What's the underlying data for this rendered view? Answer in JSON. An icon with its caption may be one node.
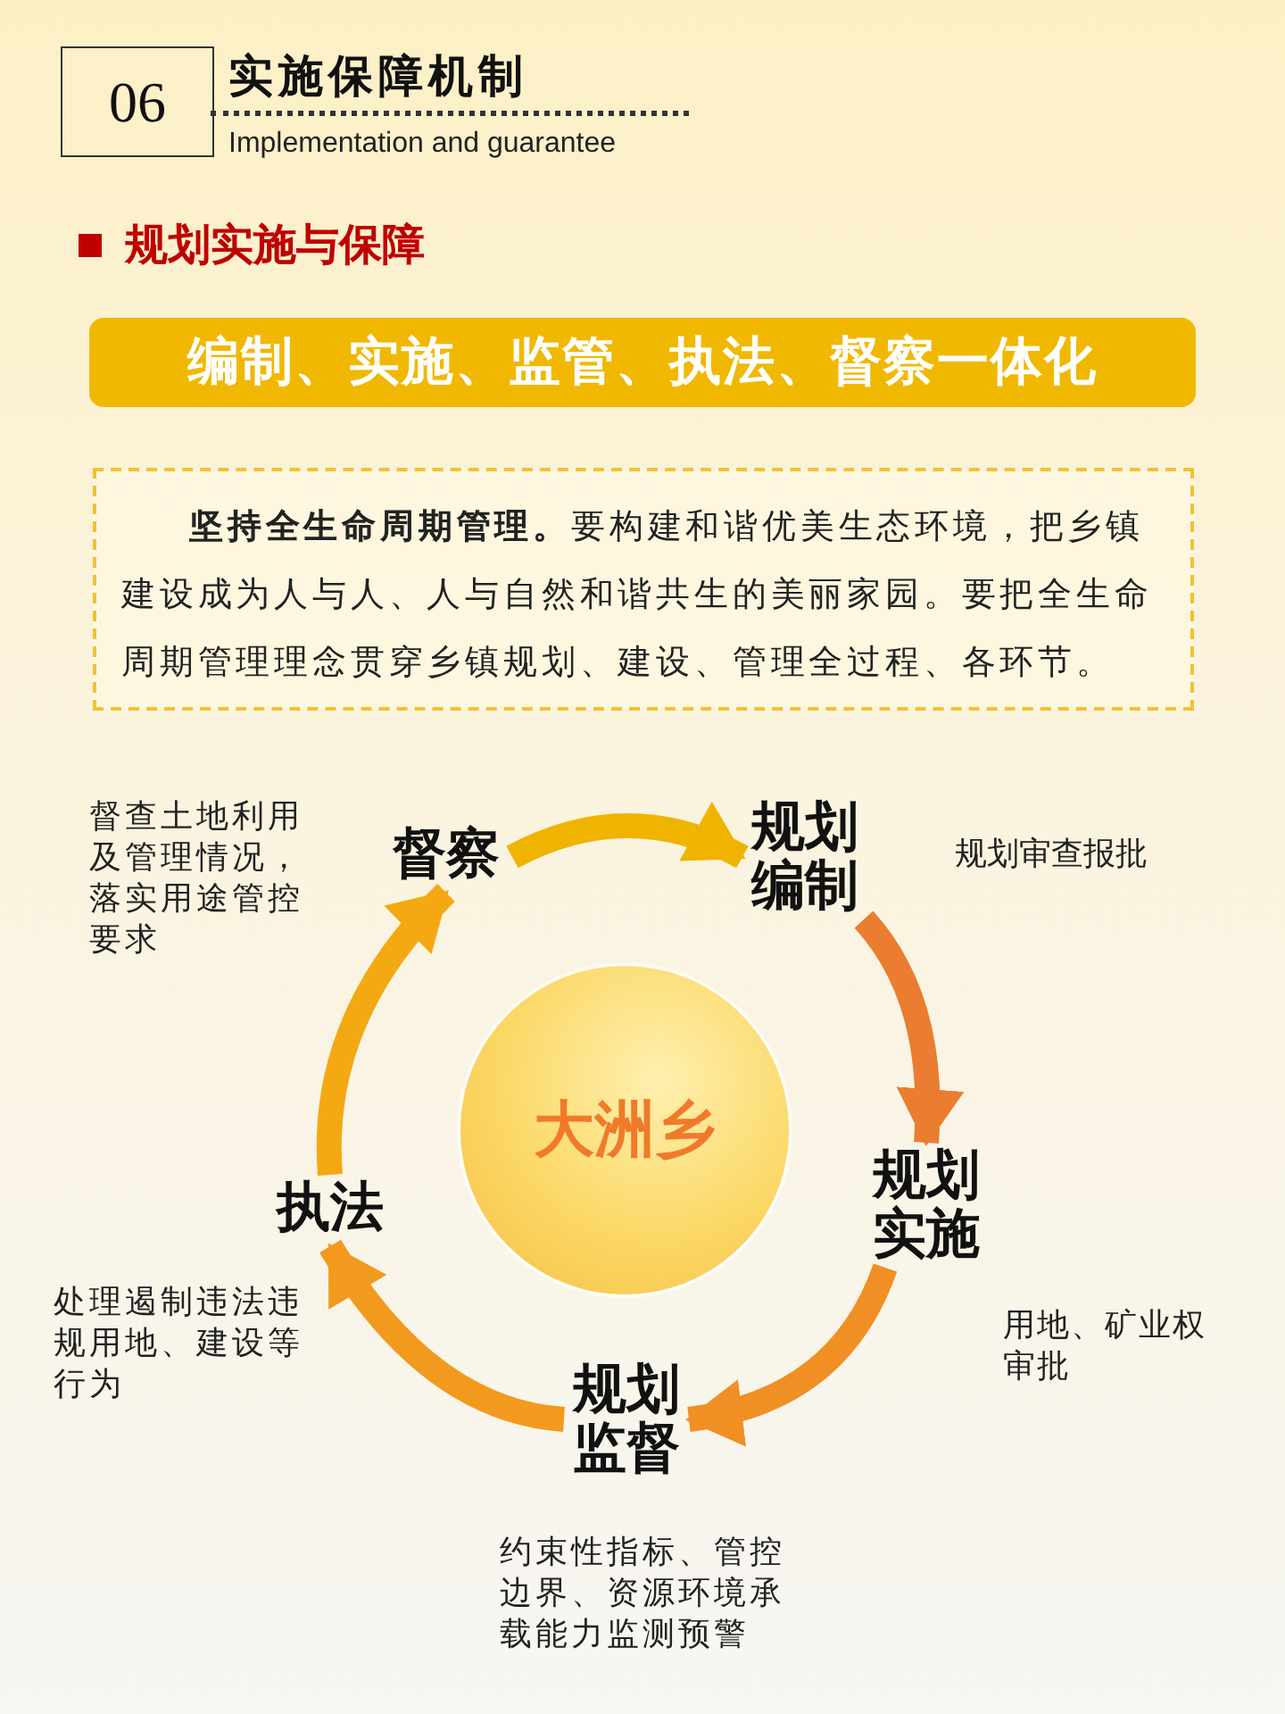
{
  "diagram": {
    "title": "实施保障机制",
    "nodes": [
      {
        "text": [
          "06"
        ]
      },
      {
        "text": [
          "编制、实施、监管、执法、督察一体化"
        ]
      },
      {
        "text": [
          "**坚持全生命周期管理。**要构建和谐优美生态环境，把乡镇建设成为人与人、人与自然和谐共生的美丽家园。要把全生命周期管理理念贯穿乡镇规划、建设、管理全过程、各环节。"
        ]
      },
      {
        "text": [
          "大洲乡"
        ]
      },
      {
        "text": [
          "规划编制"
        ],
        "beside": [
          "规划审查报批"
        ]
      },
      {
        "text": [
          "规划实施"
        ],
        "beside": [
          "用地、矿业权审批"
        ]
      },
      {
        "text": [
          "规划监督"
        ],
        "beside": [
          "约束性指标、管控边界、资源环境承载能力监测预警"
        ]
      },
      {
        "text": [
          "执法"
        ],
        "beside": [
          "处理遏制违法违规用地、建设等行为"
        ]
      },
      {
        "text": [
          "督察"
        ],
        "beside": [
          "督查土地利用及管理情况，落实用途管控要求"
        ]
      }
    ],
    "edges": [
      {
        "from": 8,
        "to": 4,
        "arrow": "to",
        "color": "#f0b400"
      },
      {
        "from": 4,
        "to": 5,
        "arrow": "to",
        "color": "#ea7d30"
      },
      {
        "from": 5,
        "to": 6,
        "arrow": "to",
        "color": "#f08f24"
      },
      {
        "from": 6,
        "to": 7,
        "arrow": "to",
        "color": "#f29a1e"
      },
      {
        "from": 7,
        "to": 8,
        "arrow": "to",
        "color": "#f4a912"
      }
    ],
    "labels": [
      "Implementation and guarantee",
      "规划实施与保障"
    ]
  }
}
